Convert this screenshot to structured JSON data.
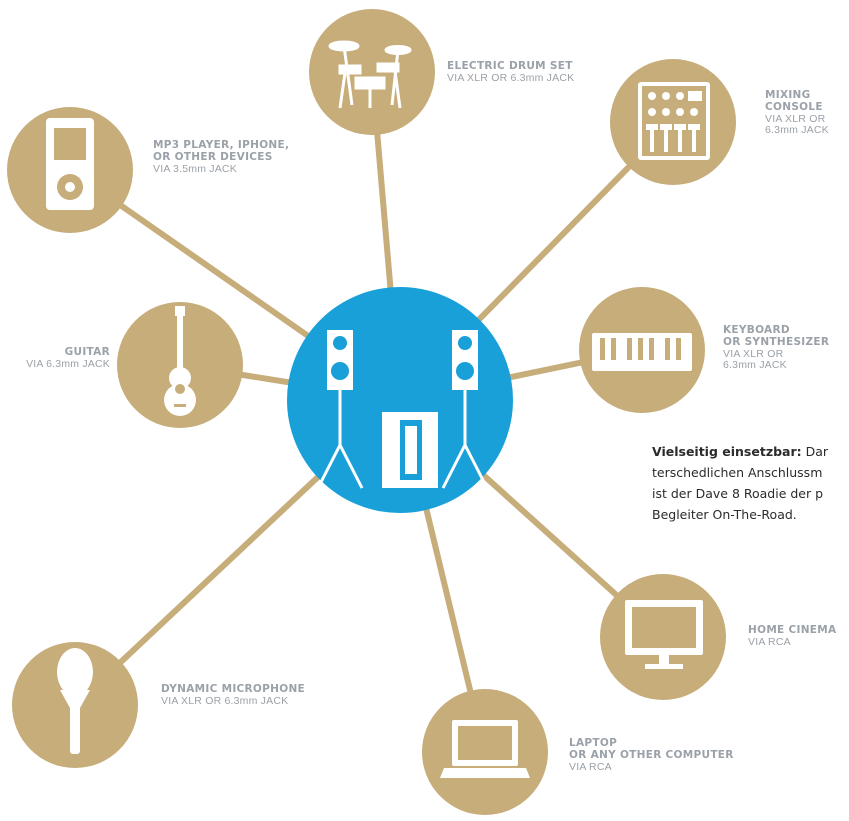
{
  "colors": {
    "gold": "#c6ad7a",
    "blue": "#1aa0d8",
    "label_grey": "#9aa1a8"
  },
  "hub": {
    "icon": "speaker-system-icon"
  },
  "nodes": [
    {
      "id": "drum",
      "icon": "drum-set-icon",
      "title": "ELECTRIC DRUM SET",
      "sub": "VIA XLR OR 6.3mm JACK"
    },
    {
      "id": "mixer",
      "icon": "mixer-icon",
      "title": "MIXING\nCONSOLE",
      "sub": "VIA XLR OR\n6.3mm JACK"
    },
    {
      "id": "mp3",
      "icon": "mp3-player-icon",
      "title": "MP3 PLAYER, IPHONE,\nOR OTHER DEVICES",
      "sub": "VIA 3.5mm JACK"
    },
    {
      "id": "keyboard",
      "icon": "keyboard-icon",
      "title": "KEYBOARD\nOR SYNTHESIZER",
      "sub": "VIA XLR OR\n6.3mm JACK"
    },
    {
      "id": "guitar",
      "icon": "guitar-icon",
      "title": "GUITAR",
      "sub": "VIA 6.3mm JACK"
    },
    {
      "id": "cinema",
      "icon": "monitor-icon",
      "title": "HOME CINEMA",
      "sub": "VIA RCA"
    },
    {
      "id": "mic",
      "icon": "microphone-icon",
      "title": "DYNAMIC MICROPHONE",
      "sub": "VIA XLR OR 6.3mm JACK"
    },
    {
      "id": "laptop",
      "icon": "laptop-icon",
      "title": "LAPTOP\nOR ANY OTHER COMPUTER",
      "sub": "VIA RCA"
    }
  ],
  "caption": {
    "bold": "Vielseitig einsetzbar:",
    "line1": " Dar",
    "line2": "terschedlichen Anschlussm",
    "line3": "ist der Dave 8 Roadie der p",
    "line4": "Begleiter On-The-Road."
  }
}
